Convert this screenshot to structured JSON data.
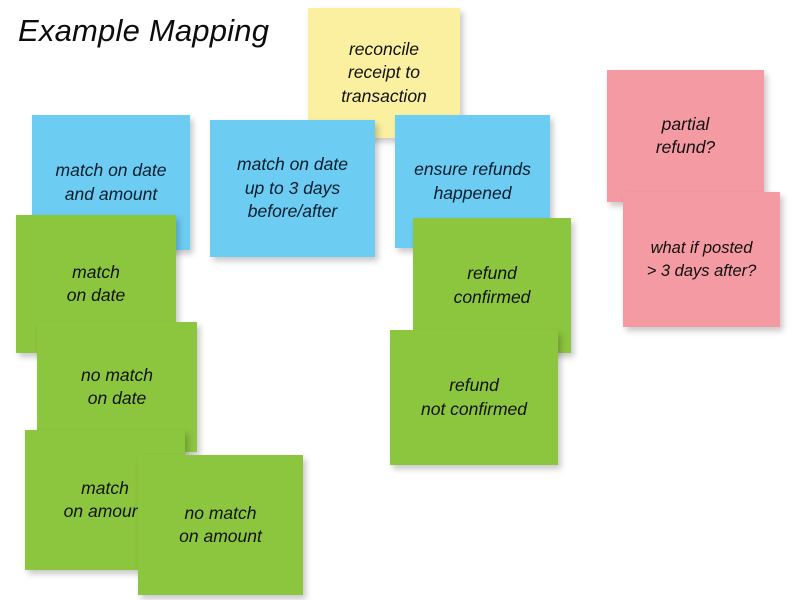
{
  "board": {
    "title": "Example Mapping",
    "background": "#FFFFFF",
    "colors": {
      "yellow": "#FAF0A0",
      "blue": "#6CCCF2",
      "green": "#8CC63E",
      "pink": "#F49AA2",
      "text": "#111111"
    }
  },
  "notes": {
    "story": {
      "label": "reconcile\nreceipt to\ntransaction",
      "color": "yellow"
    },
    "rules": [
      {
        "label": "match on date\nand amount",
        "color": "blue"
      },
      {
        "label": "match on date\nup to 3 days\nbefore/after",
        "color": "blue"
      },
      {
        "label": "ensure refunds\nhappened",
        "color": "blue"
      }
    ],
    "examples": [
      {
        "label": "match\non date",
        "color": "green"
      },
      {
        "label": "no match\non date",
        "color": "green"
      },
      {
        "label": "match\non amount",
        "color": "green"
      },
      {
        "label": "no match\non amount",
        "color": "green"
      },
      {
        "label": "refund\nconfirmed",
        "color": "green"
      },
      {
        "label": "refund\nnot confirmed",
        "color": "green"
      }
    ],
    "questions": [
      {
        "label": "partial\nrefund?",
        "color": "pink"
      },
      {
        "label": "what if posted\n> 3 days after?",
        "color": "pink"
      }
    ]
  }
}
